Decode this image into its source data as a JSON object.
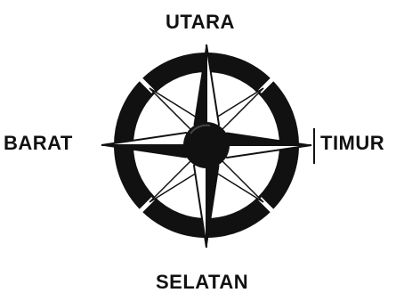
{
  "directions": {
    "north": "UTARA",
    "south": "SELATAN",
    "west": "BARAT",
    "east": "TIMUR"
  },
  "colors": {
    "ink": "#111111",
    "background": "#ffffff"
  },
  "icons": {
    "rose": "compass-rose-icon"
  }
}
